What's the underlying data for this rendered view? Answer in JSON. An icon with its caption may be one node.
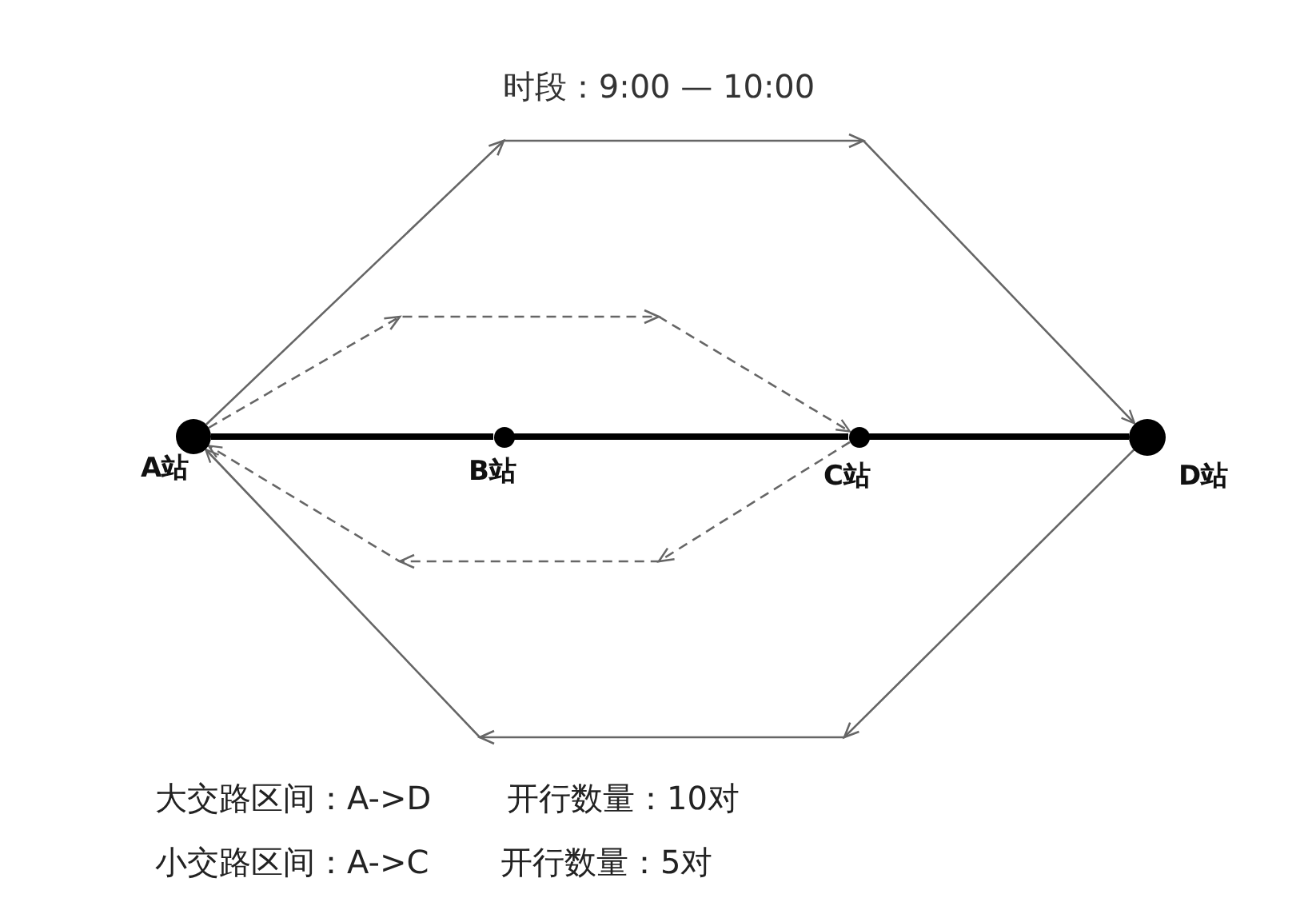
{
  "diagram": {
    "title": "时段：9:00 — 10:00",
    "nodes": [
      {
        "text": [
          "A站"
        ]
      },
      {
        "text": [
          "B站"
        ]
      },
      {
        "text": [
          "C站"
        ]
      },
      {
        "text": [
          "D站"
        ]
      }
    ],
    "edges": [
      {
        "from": 0,
        "to": 1,
        "arrow": "none",
        "style": "thick",
        "color": "#000000"
      },
      {
        "from": 1,
        "to": 2,
        "arrow": "none",
        "style": "thick",
        "color": "#000000"
      },
      {
        "from": 2,
        "to": 3,
        "arrow": "none",
        "style": "thick",
        "color": "#000000"
      },
      {
        "from": 0,
        "to": 3,
        "arrow": "to"
      },
      {
        "from": 0,
        "to": 2,
        "arrow": "to",
        "style": "dashed"
      },
      {
        "from": 2,
        "to": 0,
        "arrow": "to",
        "style": "dashed"
      },
      {
        "from": 3,
        "to": 0,
        "arrow": "to"
      }
    ],
    "labels": [
      "大交路区间：A->D",
      "开行数量：10对",
      "小交路区间：A->C",
      "开行数量：5对"
    ]
  }
}
